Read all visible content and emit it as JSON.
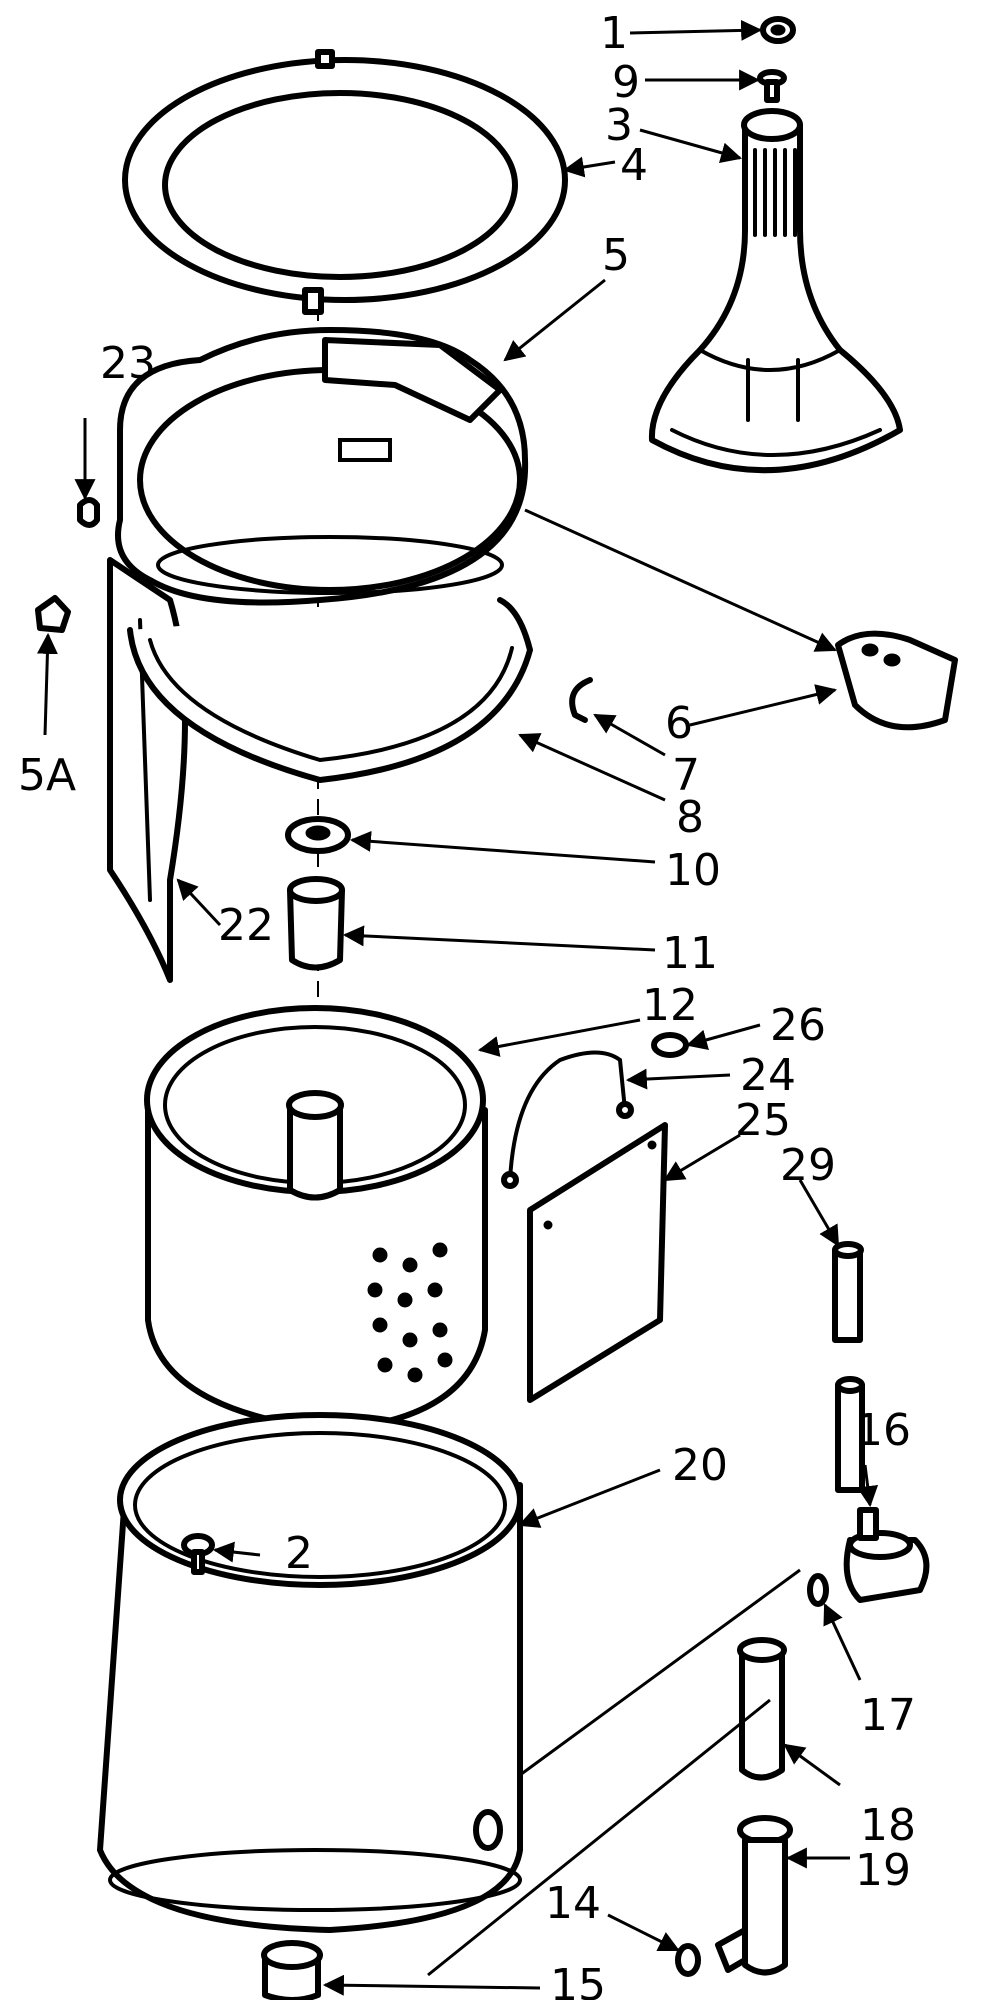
{
  "callouts": [
    {
      "id": "p1",
      "text": "1"
    },
    {
      "id": "p9",
      "text": "9"
    },
    {
      "id": "p3",
      "text": "3"
    },
    {
      "id": "p4",
      "text": "4"
    },
    {
      "id": "p5",
      "text": "5"
    },
    {
      "id": "p23",
      "text": "23"
    },
    {
      "id": "p5a",
      "text": "5A"
    },
    {
      "id": "p6",
      "text": "6"
    },
    {
      "id": "p7",
      "text": "7"
    },
    {
      "id": "p8",
      "text": "8"
    },
    {
      "id": "p10",
      "text": "10"
    },
    {
      "id": "p22",
      "text": "22"
    },
    {
      "id": "p11",
      "text": "11"
    },
    {
      "id": "p12",
      "text": "12"
    },
    {
      "id": "p26",
      "text": "26"
    },
    {
      "id": "p24",
      "text": "24"
    },
    {
      "id": "p25",
      "text": "25"
    },
    {
      "id": "p29",
      "text": "29"
    },
    {
      "id": "p16",
      "text": "16"
    },
    {
      "id": "p20",
      "text": "20"
    },
    {
      "id": "p2",
      "text": "2"
    },
    {
      "id": "p17",
      "text": "17"
    },
    {
      "id": "p18",
      "text": "18"
    },
    {
      "id": "p19",
      "text": "19"
    },
    {
      "id": "p14",
      "text": "14"
    },
    {
      "id": "p15",
      "text": "15"
    }
  ]
}
